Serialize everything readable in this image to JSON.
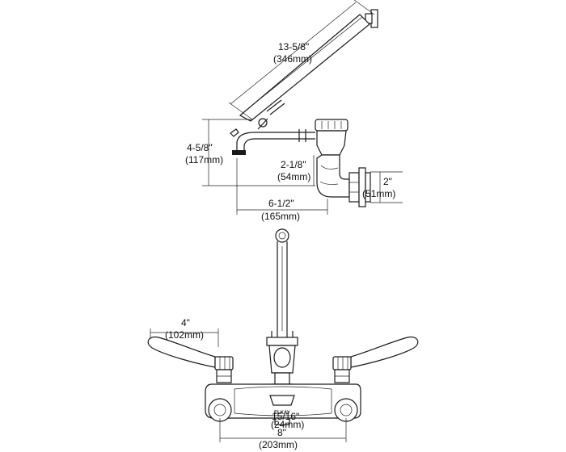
{
  "dimensions": {
    "arm_length": {
      "imperial": "13-5/8\"",
      "metric": "(346mm)"
    },
    "spout_height": {
      "imperial": "4-5/8\"",
      "metric": "(117mm)"
    },
    "elbow_drop": {
      "imperial": "2-1/8\"",
      "metric": "(54mm)"
    },
    "flange_height": {
      "imperial": "2\"",
      "metric": "(51mm)"
    },
    "spout_reach": {
      "imperial": "6-1/2\"",
      "metric": "(165mm)"
    },
    "handle_length": {
      "imperial": "4\"",
      "metric": "(102mm)"
    },
    "center_offset": {
      "imperial": "15/16\"",
      "metric": "(24mm)"
    },
    "center_spread": {
      "imperial": "8\"",
      "metric": "(203mm)"
    }
  },
  "brand_mark": "ELKAY"
}
